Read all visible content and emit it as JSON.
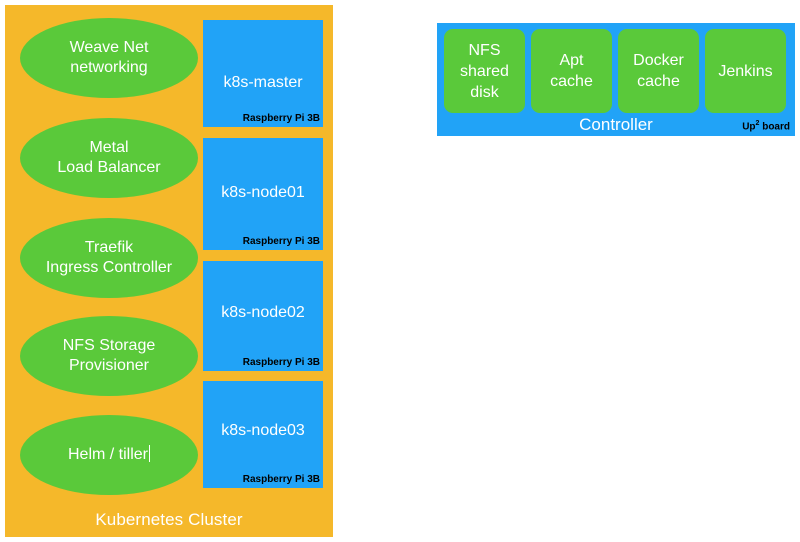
{
  "diagram": {
    "cluster": {
      "caption": "Kubernetes Cluster",
      "color": "#f5b82a",
      "components": [
        {
          "name": "weave-net",
          "line1": "Weave Net",
          "line2": "networking",
          "has_caret": false
        },
        {
          "name": "metallb",
          "line1": "Metal",
          "line2": "Load Balancer",
          "has_caret": false
        },
        {
          "name": "traefik",
          "line1": "Traefik",
          "line2": "Ingress Controller",
          "has_caret": false
        },
        {
          "name": "nfs-storage",
          "line1": "NFS Storage",
          "line2": "Provisioner",
          "has_caret": false
        },
        {
          "name": "helm-tiller",
          "line1": "Helm / tiller",
          "line2": "",
          "has_caret": true
        }
      ],
      "component_color": "#5ac93a",
      "nodes": [
        {
          "title": "k8s-master",
          "hardware": "Raspberry Pi 3B"
        },
        {
          "title": "k8s-node01",
          "hardware": "Raspberry Pi 3B"
        },
        {
          "title": "k8s-node02",
          "hardware": "Raspberry Pi 3B"
        },
        {
          "title": "k8s-node03",
          "hardware": "Raspberry Pi 3B"
        }
      ],
      "node_color": "#21a3f7"
    },
    "controller": {
      "caption": "Controller",
      "hardware": "Up",
      "hardware_sup": "2",
      "hardware_tail": " board",
      "color": "#21a3f7",
      "item_color": "#5ac93a",
      "items": [
        {
          "name": "nfs-shared-disk",
          "line1": "NFS",
          "line2": "shared",
          "line3": "disk"
        },
        {
          "name": "apt-cache",
          "line1": "Apt",
          "line2": "cache",
          "line3": ""
        },
        {
          "name": "docker-cache",
          "line1": "Docker",
          "line2": "cache",
          "line3": ""
        },
        {
          "name": "jenkins",
          "line1": "Jenkins",
          "line2": "",
          "line3": ""
        }
      ]
    }
  }
}
